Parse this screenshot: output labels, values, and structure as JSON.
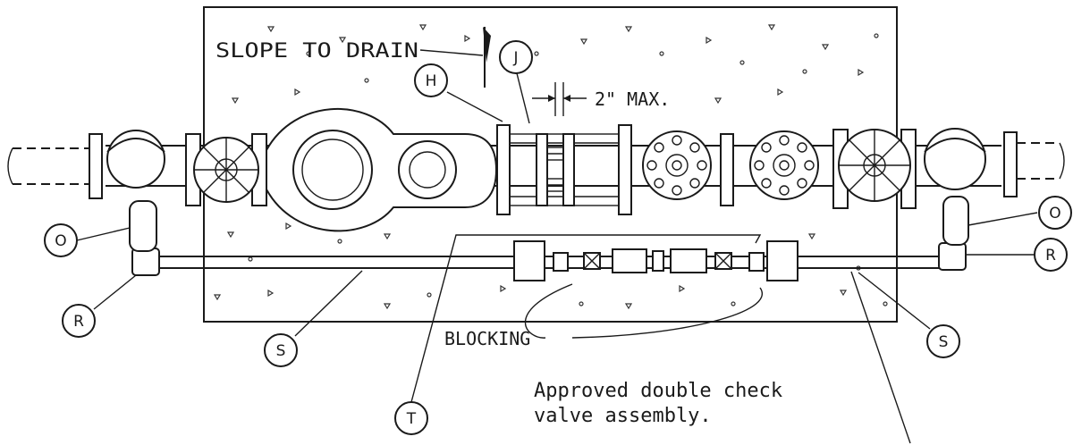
{
  "notes": {
    "slope": "SLOPE TO DRAIN",
    "gap": "2\" MAX.",
    "blocking": "BLOCKING",
    "assembly_line1": "Approved double check",
    "assembly_line2": "valve assembly."
  },
  "callouts": {
    "H": "H",
    "J": "J",
    "O_left": "O",
    "O_right": "O",
    "R_left": "R",
    "R_right": "R",
    "S_left": "S",
    "S_right": "S",
    "T": "T"
  }
}
